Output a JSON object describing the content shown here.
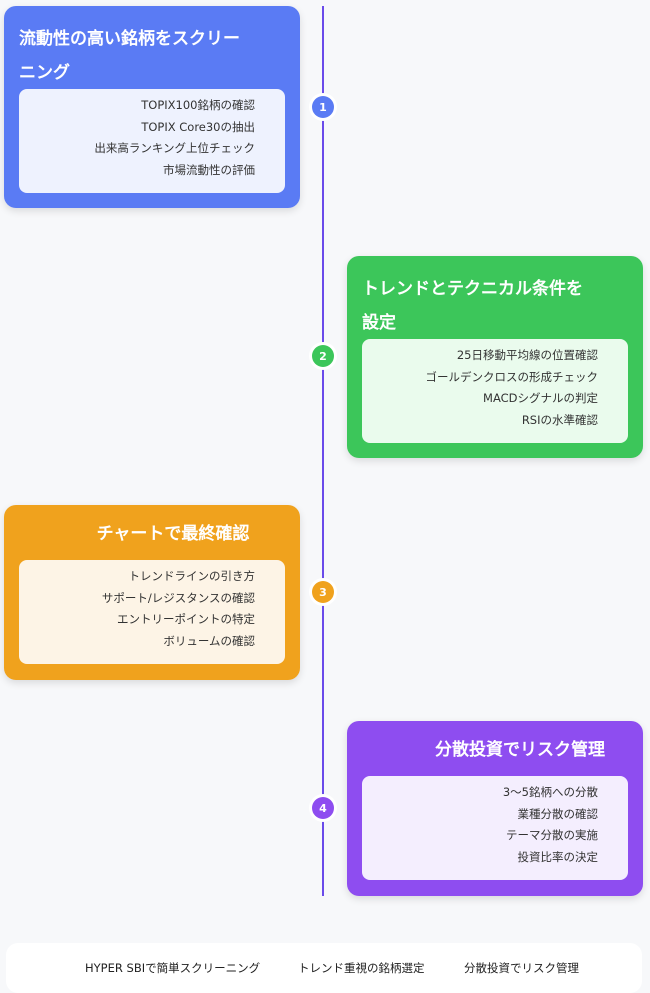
{
  "steps": [
    {
      "number": "1",
      "title": "流動性の高い銘柄をスクリーニング",
      "color": "#5b7cf5",
      "items": [
        "TOPIX100銘柄の確認",
        "TOPIX Core30の抽出",
        "出来高ランキング上位チェック",
        "市場流動性の評価"
      ]
    },
    {
      "number": "2",
      "title": "トレンドとテクニカル条件を設定",
      "color": "#3cc65a",
      "items": [
        "25日移動平均線の位置確認",
        "ゴールデンクロスの形成チェック",
        "MACDシグナルの判定",
        "RSIの水準確認"
      ]
    },
    {
      "number": "3",
      "title": "チャートで最終確認",
      "color": "#f0a21d",
      "items": [
        "トレンドラインの引き方",
        "サポート/レジスタンスの確認",
        "エントリーポイントの特定",
        "ボリュームの確認"
      ]
    },
    {
      "number": "4",
      "title": "分散投資でリスク管理",
      "color": "#8e4df0",
      "items": [
        "3〜5銘柄への分散",
        "業種分散の確認",
        "テーマ分散の実施",
        "投資比率の決定"
      ]
    }
  ],
  "footer": [
    "HYPER SBIで簡単スクリーニング",
    "トレンド重視の銘柄選定",
    "分散投資でリスク管理"
  ]
}
